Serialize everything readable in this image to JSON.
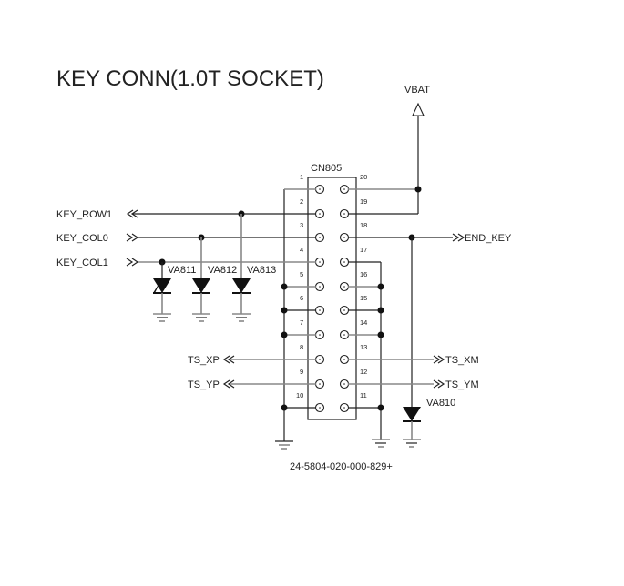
{
  "title": "KEY CONN(1.0T SOCKET)",
  "connector": {
    "ref": "CN805",
    "part_number": "24-5804-020-000-829+",
    "left_pins": [
      "1",
      "2",
      "3",
      "4",
      "5",
      "6",
      "7",
      "8",
      "9",
      "10"
    ],
    "right_pins": [
      "20",
      "19",
      "18",
      "17",
      "16",
      "15",
      "14",
      "13",
      "12",
      "11"
    ]
  },
  "power": {
    "label": "VBAT"
  },
  "nets": {
    "key_row1": "KEY_ROW1",
    "key_col0": "KEY_COL0",
    "key_col1": "KEY_COL1",
    "end_key": "END_KEY",
    "ts_xp": "TS_XP",
    "ts_yp": "TS_YP",
    "ts_xm": "TS_XM",
    "ts_ym": "TS_YM"
  },
  "varistors": {
    "va811": "VA811",
    "va812": "VA812",
    "va813": "VA813",
    "va810": "VA810"
  }
}
